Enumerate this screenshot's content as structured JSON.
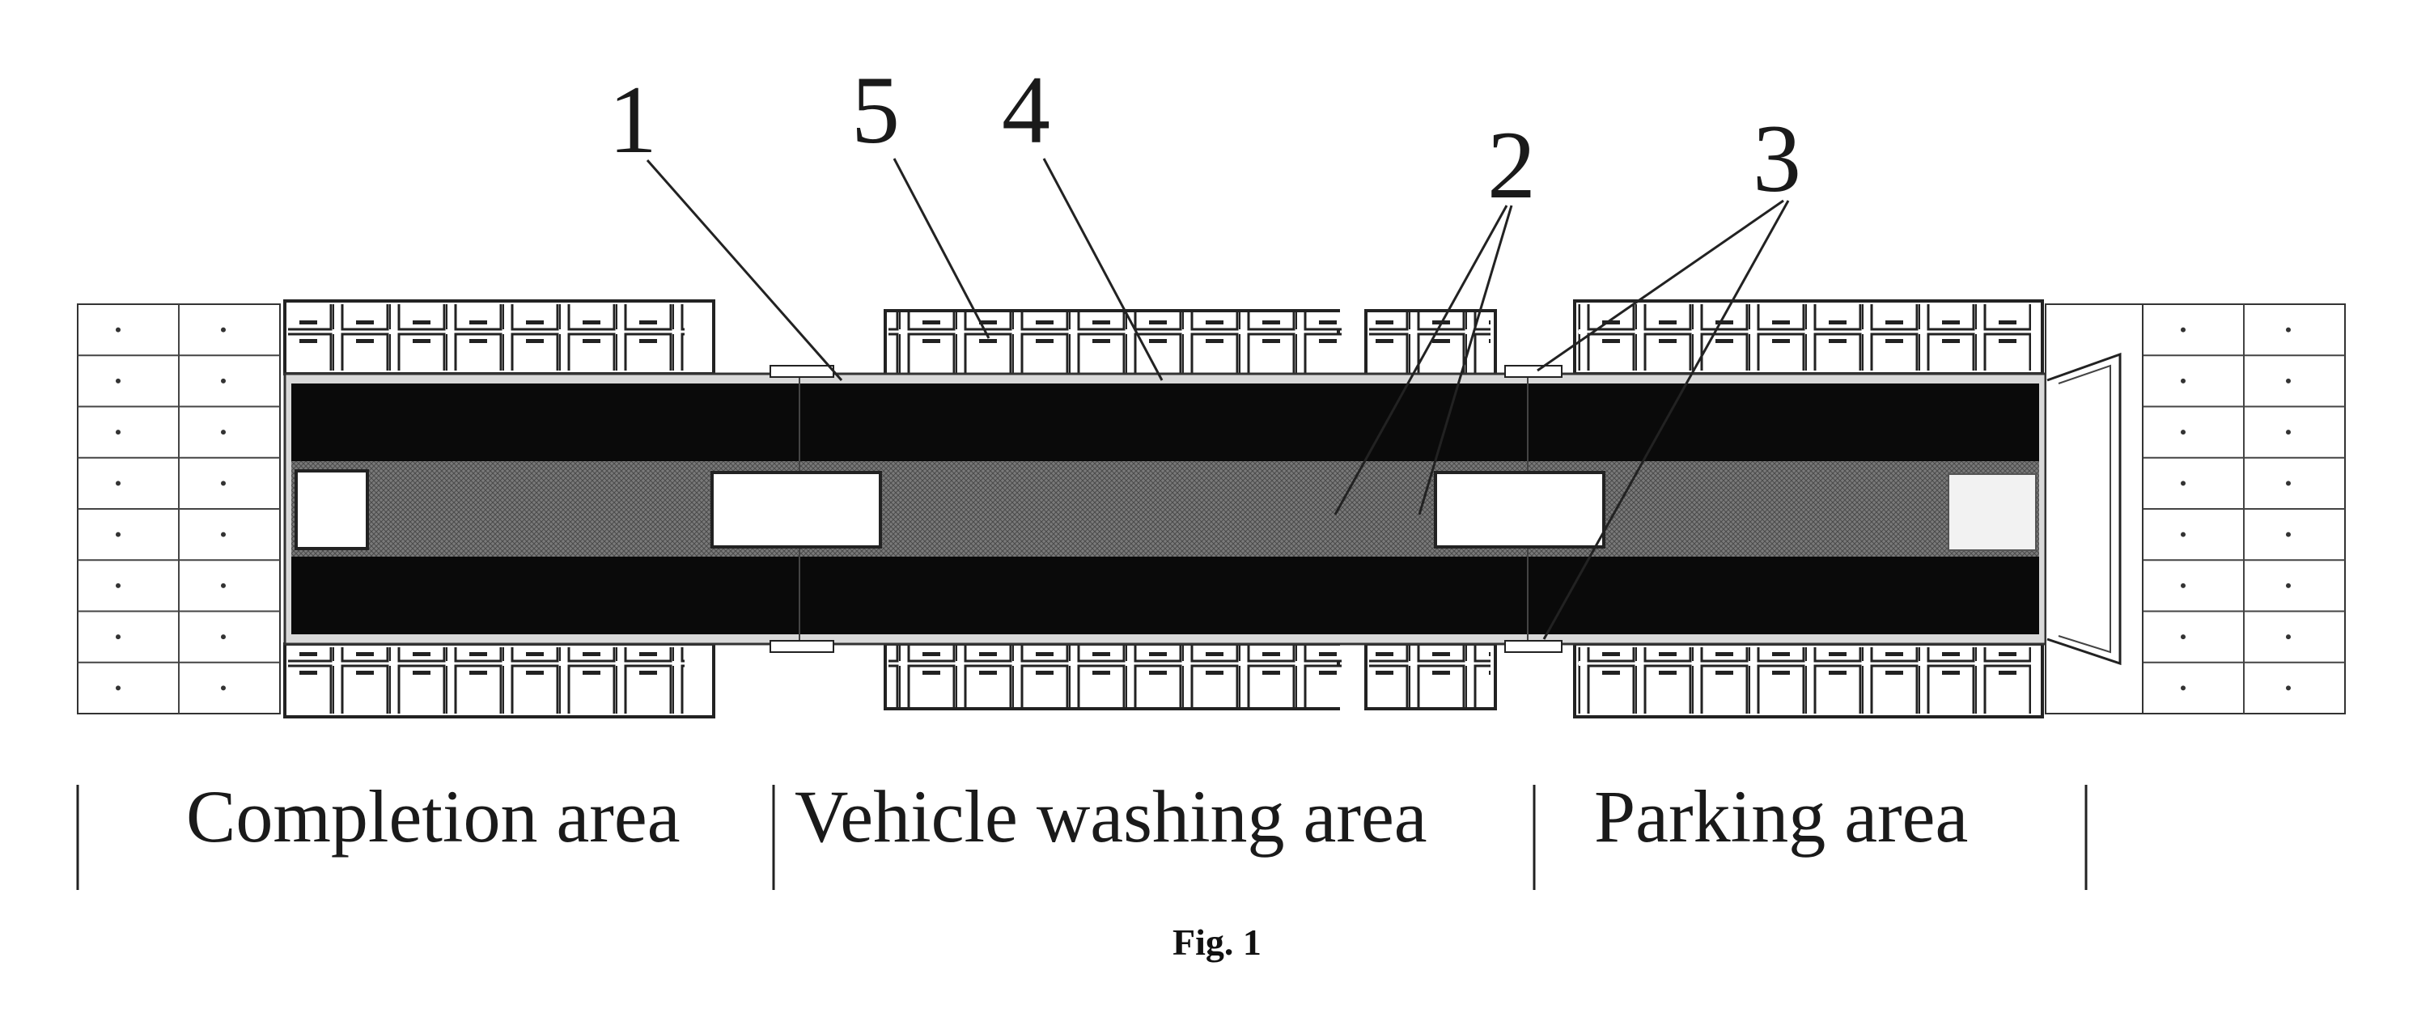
{
  "figure": {
    "reference_numerals": [
      "1",
      "5",
      "4",
      "2",
      "3"
    ],
    "areas": [
      {
        "label": "Completion area"
      },
      {
        "label": "Vehicle washing area"
      },
      {
        "label": "Parking area"
      }
    ],
    "caption": "Fig. 1"
  }
}
